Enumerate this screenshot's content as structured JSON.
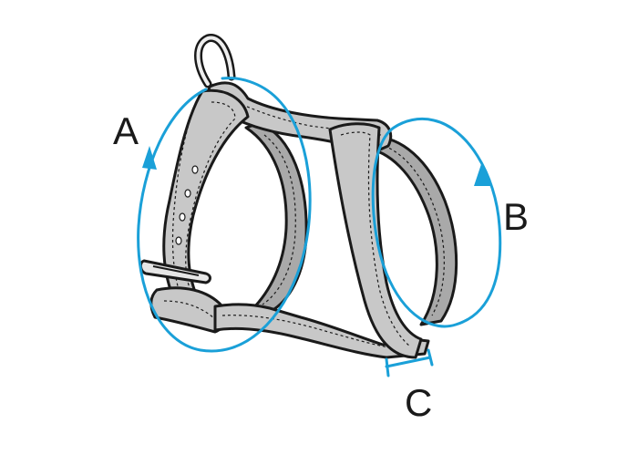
{
  "labels": {
    "a": "A",
    "b": "B",
    "c": "C"
  },
  "colors": {
    "measure": "#1aa0d8",
    "strap": "#c8c8c8",
    "strap_shadow": "#a9a9a9",
    "outline": "#1a1a1a",
    "ring": "#eeeeee"
  }
}
